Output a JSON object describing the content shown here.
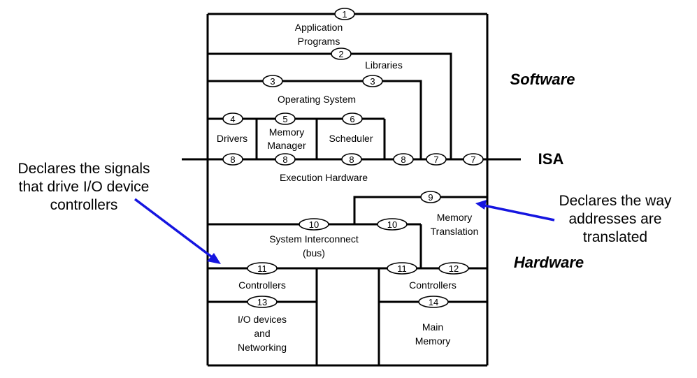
{
  "labels": {
    "application_programs": [
      "Application",
      "Programs"
    ],
    "libraries": "Libraries",
    "operating_system": "Operating System",
    "drivers": "Drivers",
    "memory_manager": [
      "Memory",
      "Manager"
    ],
    "scheduler": "Scheduler",
    "execution_hardware": "Execution Hardware",
    "memory_translation": [
      "Memory",
      "Translation"
    ],
    "system_interconnect": [
      "System Interconnect",
      "(bus)"
    ],
    "controllers_left": "Controllers",
    "controllers_right": "Controllers",
    "io_devices": [
      "I/O devices",
      "and",
      "Networking"
    ],
    "main_memory": [
      "Main",
      "Memory"
    ]
  },
  "side_labels": {
    "software": "Software",
    "isa": "ISA",
    "hardware": "Hardware"
  },
  "interface_numbers": [
    "1",
    "2",
    "3",
    "3",
    "4",
    "5",
    "6",
    "7",
    "7",
    "8",
    "8",
    "8",
    "8",
    "9",
    "10",
    "10",
    "11",
    "11",
    "12",
    "13",
    "14"
  ],
  "annotations": {
    "left": [
      "Declares the signals",
      "that drive I/O device",
      "controllers"
    ],
    "right": [
      "Declares the way",
      "addresses are",
      "translated"
    ]
  },
  "colors": {
    "arrow": "#1515e0",
    "line": "#000000"
  }
}
